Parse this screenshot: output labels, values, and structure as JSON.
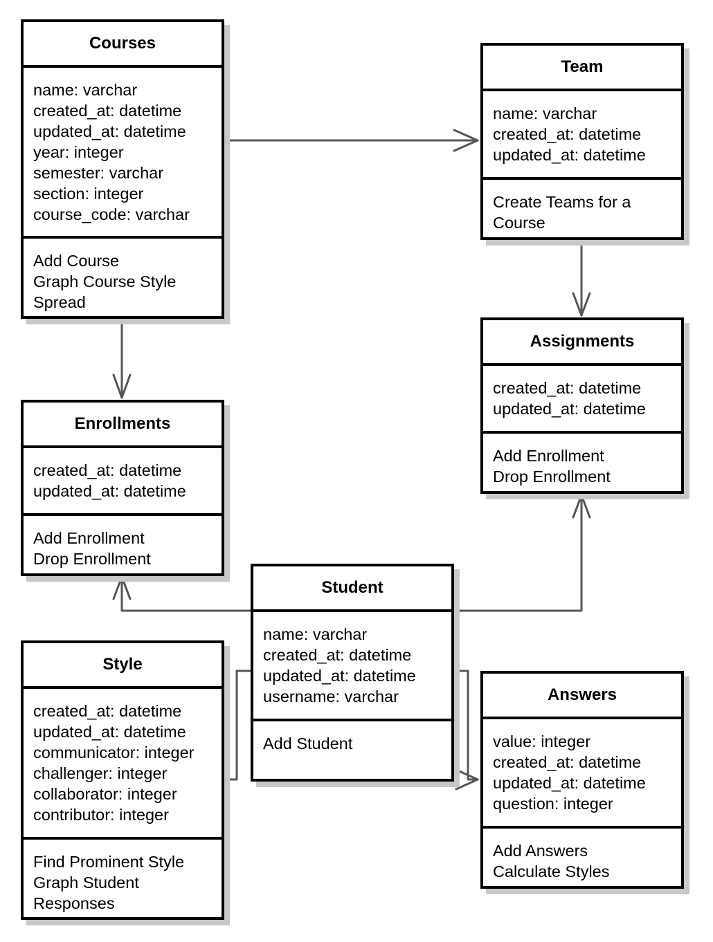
{
  "classes": {
    "courses": {
      "name": "Courses",
      "attributes": [
        "name: varchar",
        "created_at: datetime",
        "updated_at: datetime",
        "year: integer",
        "semester: varchar",
        "section: integer",
        "course_code: varchar"
      ],
      "operations": [
        "Add Course",
        "Graph Course Style",
        "Spread"
      ]
    },
    "team": {
      "name": "Team",
      "attributes": [
        "name: varchar",
        "created_at: datetime",
        "updated_at: datetime"
      ],
      "operations": [
        "Create Teams for a",
        "Course"
      ]
    },
    "assignments": {
      "name": "Assignments",
      "attributes": [
        "created_at: datetime",
        "updated_at: datetime"
      ],
      "operations": [
        "Add Enrollment",
        "Drop Enrollment"
      ]
    },
    "enrollments": {
      "name": "Enrollments",
      "attributes": [
        "created_at: datetime",
        "updated_at: datetime"
      ],
      "operations": [
        "Add Enrollment",
        "Drop Enrollment"
      ]
    },
    "student": {
      "name": "Student",
      "attributes": [
        "name: varchar",
        "created_at: datetime",
        "updated_at: datetime",
        "username: varchar"
      ],
      "operations": [
        "Add Student"
      ]
    },
    "style": {
      "name": "Style",
      "attributes": [
        "created_at: datetime",
        "updated_at: datetime",
        "communicator: integer",
        "challenger: integer",
        "collaborator: integer",
        "contributor: integer"
      ],
      "operations": [
        "Find Prominent Style",
        "Graph Student",
        "Responses"
      ]
    },
    "answers": {
      "name": "Answers",
      "attributes": [
        "value: integer",
        "created_at: datetime",
        "updated_at: datetime",
        "question: integer"
      ],
      "operations": [
        "Add Answers",
        "Calculate Styles"
      ]
    }
  },
  "associations": [
    {
      "from": "courses",
      "to": "team"
    },
    {
      "from": "courses",
      "to": "enrollments"
    },
    {
      "from": "team",
      "to": "assignments"
    },
    {
      "from": "student",
      "to": "enrollments"
    },
    {
      "from": "student",
      "to": "assignments"
    },
    {
      "from": "student",
      "to": "style"
    },
    {
      "from": "student",
      "to": "answers"
    }
  ]
}
